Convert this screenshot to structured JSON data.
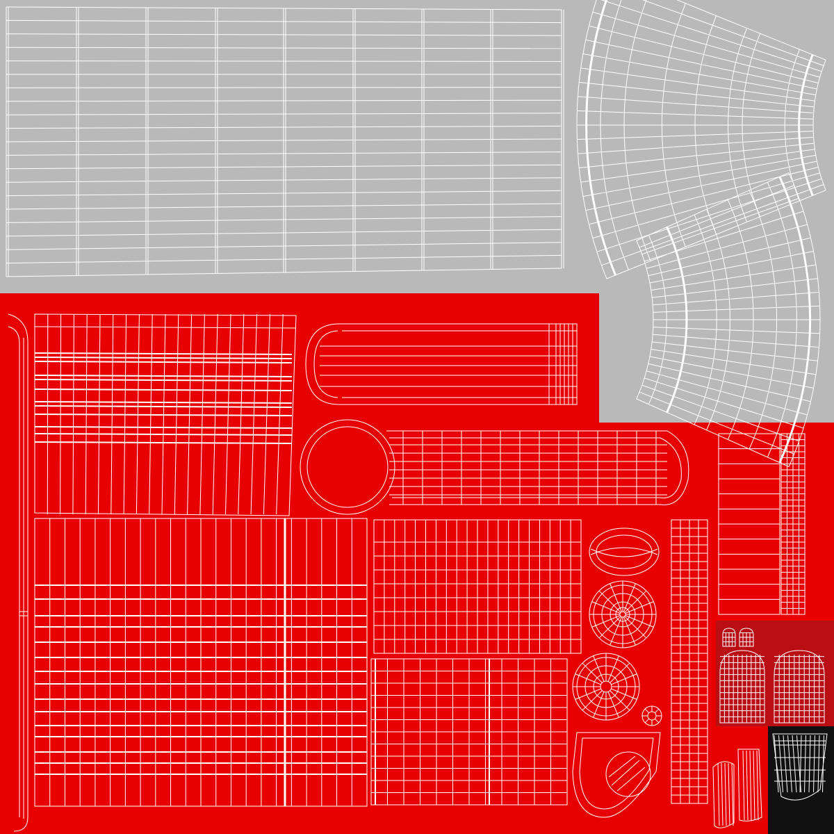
{
  "colors": {
    "background": "#b9b9b9",
    "region_red": "#e80000",
    "region_dark_red": "#b80e14",
    "region_black": "#111111",
    "wire": "#ffffff"
  },
  "islands": [
    {
      "name": "top-rectangular-sheet",
      "shape": "grid",
      "region": "gray"
    },
    {
      "name": "upper-right-curved-sleeve",
      "shape": "fan",
      "region": "gray"
    },
    {
      "name": "lower-right-curved-sleeve",
      "shape": "fan",
      "region": "gray"
    },
    {
      "name": "left-vertical-strip",
      "shape": "strip",
      "region": "red"
    },
    {
      "name": "upper-left-grid-panel",
      "shape": "grid",
      "region": "red"
    },
    {
      "name": "capsule-panel",
      "shape": "capsule",
      "region": "red"
    },
    {
      "name": "ring-and-arm-panel",
      "shape": "ring-arm",
      "region": "red"
    },
    {
      "name": "lower-left-large-grid",
      "shape": "grid",
      "region": "red"
    },
    {
      "name": "center-grid-panel",
      "shape": "grid",
      "region": "red"
    },
    {
      "name": "lower-center-grid-panel",
      "shape": "grid",
      "region": "red"
    },
    {
      "name": "right-tall-column",
      "shape": "grid",
      "region": "red"
    },
    {
      "name": "far-right-grid-panel",
      "shape": "grid",
      "region": "red"
    },
    {
      "name": "radial-discs",
      "shape": "radial",
      "region": "red"
    },
    {
      "name": "cap-shapes",
      "shape": "dome",
      "region": "dark-red"
    },
    {
      "name": "tassel-shape",
      "shape": "dome",
      "region": "black"
    }
  ]
}
